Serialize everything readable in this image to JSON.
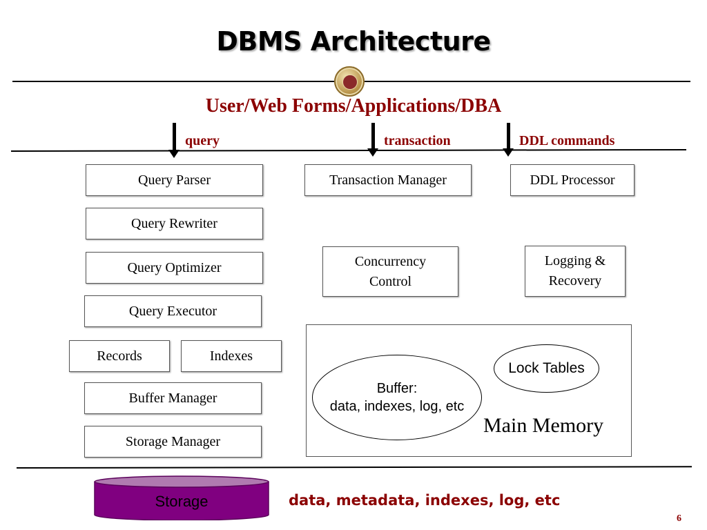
{
  "title": "DBMS Architecture",
  "users_title": "User/Web Forms/Applications/DBA",
  "lanes": {
    "query": "query",
    "transaction": "transaction",
    "ddl": "DDL commands"
  },
  "components": {
    "query_parser": "Query Parser",
    "query_rewriter": "Query Rewriter",
    "query_optimizer": "Query Optimizer",
    "query_executor": "Query Executor",
    "records": "Records",
    "indexes": "Indexes",
    "buffer_manager": "Buffer Manager",
    "storage_manager": "Storage Manager",
    "transaction_manager": "Transaction Manager",
    "ddl_processor": "DDL Processor",
    "concurrency_control": [
      "Concurrency",
      "Control"
    ],
    "logging_recovery": [
      "Logging &",
      "Recovery"
    ]
  },
  "main_memory": {
    "label": "Main Memory",
    "buffer": [
      "Buffer:",
      "data, indexes, log, etc"
    ],
    "lock_tables": "Lock Tables"
  },
  "storage": {
    "label": "Storage",
    "description": "data, metadata, indexes, log, etc"
  },
  "colors": {
    "accent": "#8b0000",
    "storage_fill": "#800080"
  },
  "page_number": "6"
}
